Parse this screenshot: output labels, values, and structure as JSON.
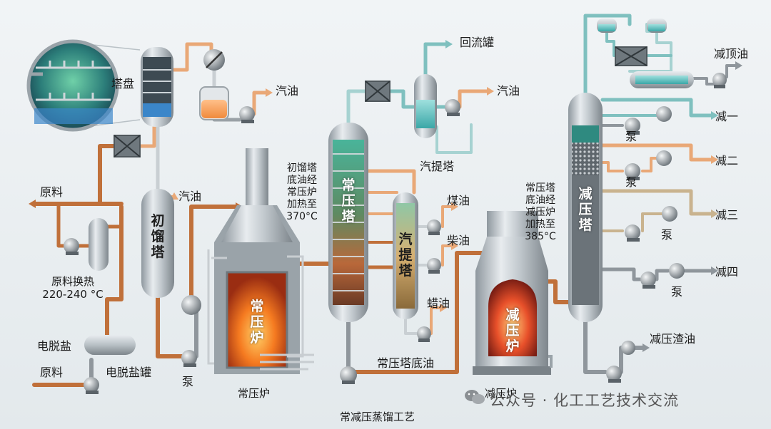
{
  "title": "常减压蒸馏工艺",
  "watermark": "公众号 · 化工工艺技术交流",
  "colors": {
    "crude_line": "#c0703a",
    "light_line": "#e9a877",
    "reflux_line": "#7fc0bf",
    "steel": "#b5bcc2",
    "fire": "#f07a24"
  },
  "labels": {
    "tray": "塔盘",
    "gasoline_top": "汽油",
    "crude_out": "原料",
    "initial_gasoline": "汽油",
    "crude_exchange": "原料换热\n220-240 °C",
    "desalter": "电脱盐",
    "crude_in": "原料",
    "desalter_tank": "电脱盐罐",
    "pump_left": "泵",
    "atm_furnace_caption": "常压炉",
    "reflux_drum": "回流罐",
    "gasoline_mid": "汽油",
    "stripper_top": "汽提塔",
    "kerosene": "煤油",
    "diesel": "柴油",
    "wax_oil": "蜡油",
    "atm_bottoms": "常压塔底油",
    "vac_furnace_caption": "减压炉",
    "vac_top_oil": "减顶油",
    "vac1": "减一",
    "vac2": "减二",
    "vac3": "减三",
    "vac4": "减四",
    "pump_v1": "泵",
    "pump_v2": "泵",
    "pump_v3": "泵",
    "pump_v4": "泵",
    "vac_residue": "减压渣油",
    "note_initial": "初馏塔\n底油经\n常压炉\n加热至\n370°C",
    "note_atm": "常压塔\n底油经\n减压炉\n加热至\n385°C"
  },
  "vessels": {
    "initial_tower": "初馏塔",
    "atm_tower": "常压塔",
    "stripper": "汽提塔",
    "atm_furnace": "常压炉",
    "vac_furnace": "减压炉",
    "vac_tower": "减压塔"
  }
}
